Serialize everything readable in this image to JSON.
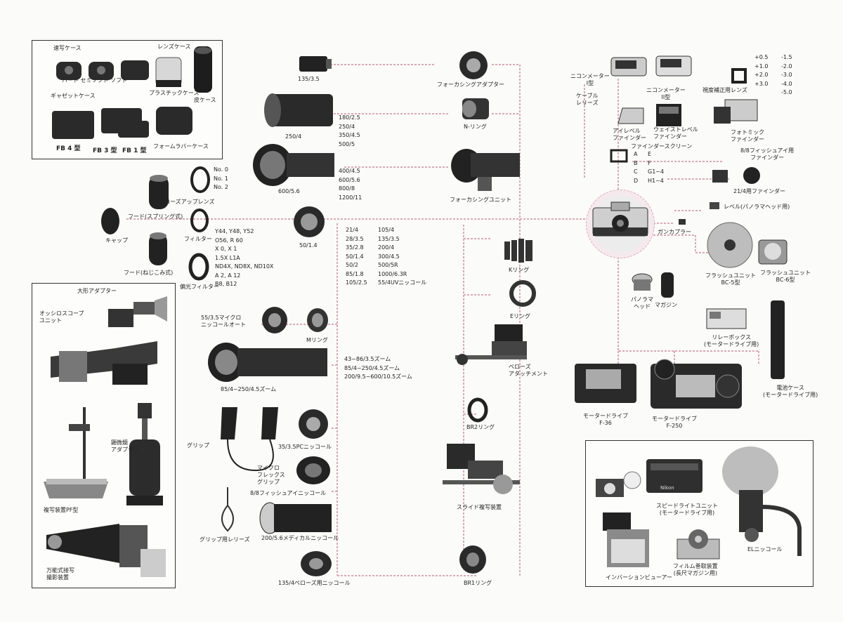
{
  "colors": {
    "line": "#d8a9bb",
    "ink": "#222222",
    "box": "#333333"
  },
  "labels": {
    "case_label": "速写ケース",
    "hard_semisoft": "ハード セミソフト ソフト",
    "lens_case": "レンズケース",
    "gadget_case": "ギャゼットケース",
    "plastic_case": "プラスチックケース",
    "leather_case": "皮ケース",
    "fb4": "FB 4 型",
    "fb3": "FB 3 型",
    "fb1": "FB 1 型",
    "former_case": "フォームラバーケース",
    "lens_135": "135/3.5",
    "focusing_adapter": "フォーカシングアダプター",
    "lens_250": "250/4",
    "telephoto_list": "180/2.5\n250/4\n350/4.5\n500/5",
    "n_ring": "N-リング",
    "lens_600": "600/5.6",
    "long_tele_list": "400/4.5\n600/5.6\n800/8\n1200/11",
    "focusing_unit": "フォーカシングユニット",
    "closeup_no": "No. 0\nNo. 1\nNo. 2",
    "closeup_lens": "クローズアップレンズ",
    "hood_spring": "フード(スプリング式)",
    "cap": "キャップ",
    "filter_list": "Y44, Y48, Y52\nO56, R 60\nX 0, X 1\n1.5X L1A\nND4X, ND8X, ND10X\nA 2, A 12\nB8, B12",
    "filter": "フィルター",
    "hood_screw": "フード(ねじこみ式)",
    "polarizer": "偏光フィルター",
    "lens_50": "50/1.4",
    "lens_list_a": "21/4\n28/3.5\n35/2.8\n50/1.4\n50/2\n85/1.8\n105/2.5",
    "lens_list_b": "105/4\n135/3.5\n200/4\n300/4.5\n500/5R\n1000/6.3R\n55/4UVニッコール",
    "k_ring": "Kリング",
    "e_ring": "Eリング",
    "bellows": "ベローズ",
    "attachment": "アタッチメント",
    "bellows_label": "ベローズ\nアタッチメント",
    "bx_adapter": "大形アダプター",
    "oscilloscope": "オッシロスコープ\nユニット",
    "microscope": "顕微鏡\nアダプター",
    "copy_stand": "複写装置PF型",
    "universal_copy": "万能式接写\n撮影装置",
    "micro_55": "55/3.5マイクロ\nニッコールオート",
    "m_ring": "Mリング",
    "zoom_85": "85/4~250/4.5ズーム",
    "zoom_list": "43~86/3.5ズーム\n85/4~250/4.5ズーム\n200/9.5~600/10.5ズーム",
    "grip": "グリップ",
    "pc_nikkor": "35/3.5PCニッコール",
    "micro_grip": "マイクロ\nフレックス\nグリップ",
    "fisheye": "8/8フィッシュアイニッコール",
    "grip_release": "グリップ用レリーズ",
    "medical": "200/5.6メディカルニッコール",
    "bellows_nikkor": "135/4ベローズ用ニッコール",
    "br2": "BR2リング",
    "slide_copy": "スライド複写装置",
    "br1": "BR1リング",
    "nikon_meter_1": "ニコンメーター\nI型",
    "nikon_meter_2": "ニコンメーター\nII型",
    "eyepiece": "視度補正用レンズ",
    "diopter_list_a": "+0.5\n+1.0\n+2.0\n+3.0",
    "diopter_list_b": "-1.5\n-2.0\n-3.0\n-4.0\n-5.0",
    "cable_release": "ケーブル\nレリーズ",
    "eyelevel": "アイレベル\nファインダー",
    "waist_level": "ウェイストレベル\nファインダー",
    "photomic": "フォトミック\nファインダー",
    "focusing_screen": "ファインダースクリーン",
    "screen_list_a": "A\nB\nC\nD",
    "screen_list_b": "E\nF\nG1~4\nH1~4",
    "fisheye_finder": "8/8フィッシュアイ用\nファインダー",
    "finder_21": "21/4用ファインダー",
    "level": "レベル(パノラマヘッド用)",
    "gun_adapter": "ガンカプラー",
    "flash_bc5": "フラッシュユニット\nBC-5型",
    "flash_bc6": "フラッシュユニット\nBC-6型",
    "panorama": "パノラマ\nヘッド",
    "magazine": "マガジン",
    "relay_box": "リレーボックス\n(モータードライブ用)",
    "battery_case": "電池ケース\n(モータードライブ用)",
    "motor_f36": "モータードライブ\nF-36",
    "motor_f250": "モータードライブ\nF-250",
    "speedlight": "スピードライトユニット\n(モータードライブ用)",
    "inversion": "インバーションビューアー",
    "film_loader": "フィルム巻取装置\n(長尺マガジン用)",
    "el_nikkor": "ELニッコール",
    "nikon_brand": "Nikon"
  }
}
